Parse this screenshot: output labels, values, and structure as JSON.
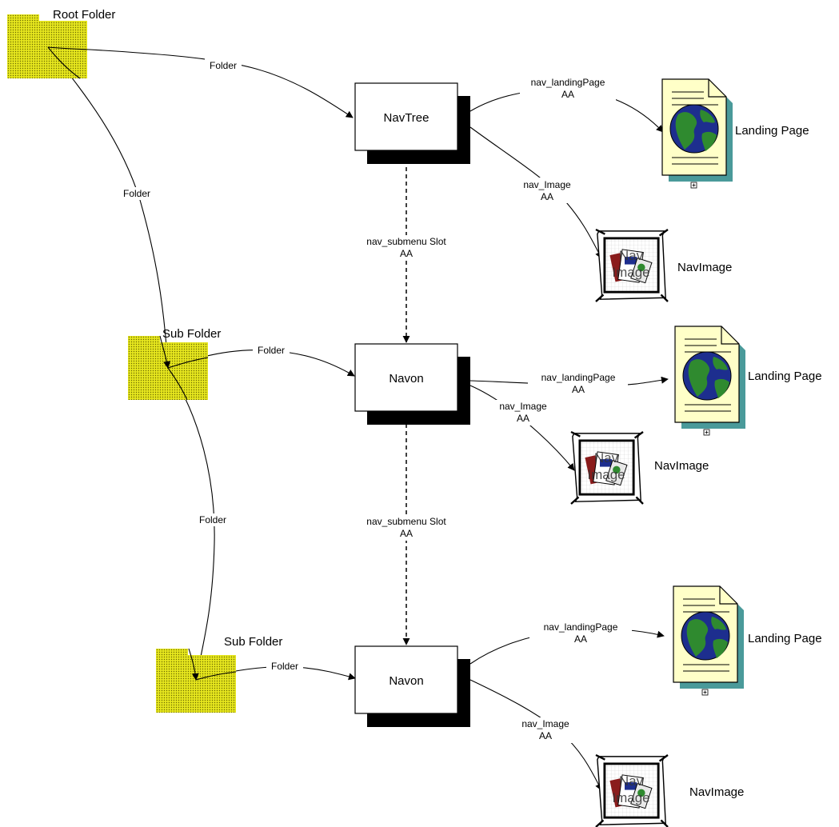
{
  "colors": {
    "folder_fill": "#e6e61e",
    "page_fill": "#ffffc8",
    "page_shadow": "#4a9a9a",
    "globe_ocean": "#1d2e8e",
    "globe_land": "#2f8a2f",
    "box_shadow": "#000000",
    "line": "#000000"
  },
  "folders": {
    "root": {
      "label": "Root Folder"
    },
    "sub1": {
      "label": "Sub Folder"
    },
    "sub2": {
      "label": "Sub Folder"
    }
  },
  "nodes": {
    "navtree": {
      "label": "NavTree"
    },
    "navon1": {
      "label": "Navon"
    },
    "navon2": {
      "label": "Navon"
    }
  },
  "resources": {
    "landing_label": "Landing Page",
    "navimage_label": "NavImage",
    "navimage_icon_text_top": "Nav",
    "navimage_icon_text_bottom": "Image",
    "page_marker": "+"
  },
  "edges": {
    "folder_label": "Folder",
    "landing_label": "nav_landingPage",
    "image_label": "nav_Image",
    "submenu_label": "nav_submenu Slot",
    "aa_label": "AA"
  }
}
